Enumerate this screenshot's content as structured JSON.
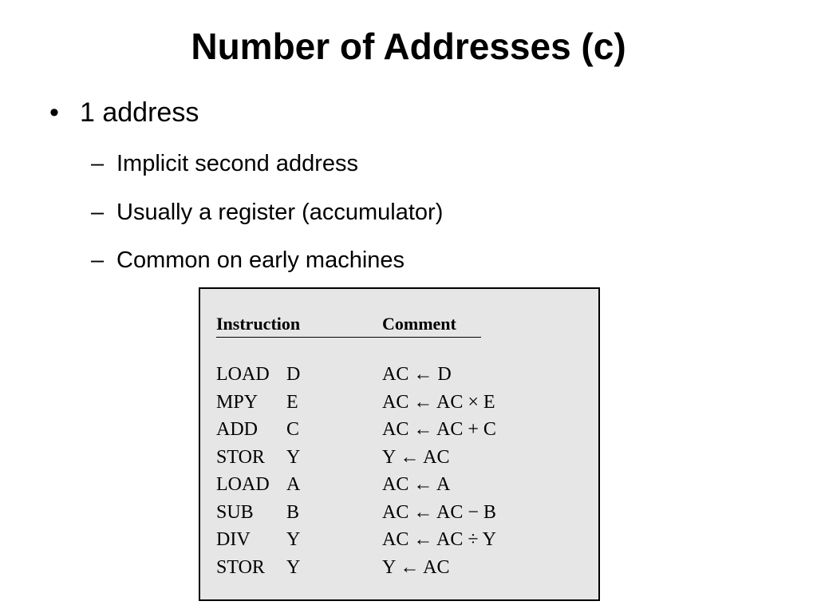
{
  "slide": {
    "title": "Number of Addresses (c)",
    "bullets": [
      {
        "marker": "•",
        "text": "1 address",
        "sub": [
          {
            "marker": "–",
            "text": "Implicit second address"
          },
          {
            "marker": "–",
            "text": "Usually a register (accumulator)"
          },
          {
            "marker": "–",
            "text": "Common on early machines"
          }
        ]
      }
    ]
  },
  "table": {
    "header": {
      "instruction": "Instruction",
      "comment": "Comment"
    },
    "rows": [
      {
        "op": "LOAD",
        "arg": "D",
        "comment": "AC ← D"
      },
      {
        "op": "MPY",
        "arg": "E",
        "comment": "AC ← AC × E"
      },
      {
        "op": "ADD",
        "arg": "C",
        "comment": "AC ← AC + C"
      },
      {
        "op": "STOR",
        "arg": "Y",
        "comment": "Y ← AC"
      },
      {
        "op": "LOAD",
        "arg": "A",
        "comment": "AC ← A"
      },
      {
        "op": "SUB",
        "arg": "B",
        "comment": "AC ← AC − B"
      },
      {
        "op": "DIV",
        "arg": "Y",
        "comment": "AC ← AC ÷ Y"
      },
      {
        "op": "STOR",
        "arg": "Y",
        "comment": "Y ← AC"
      }
    ]
  }
}
